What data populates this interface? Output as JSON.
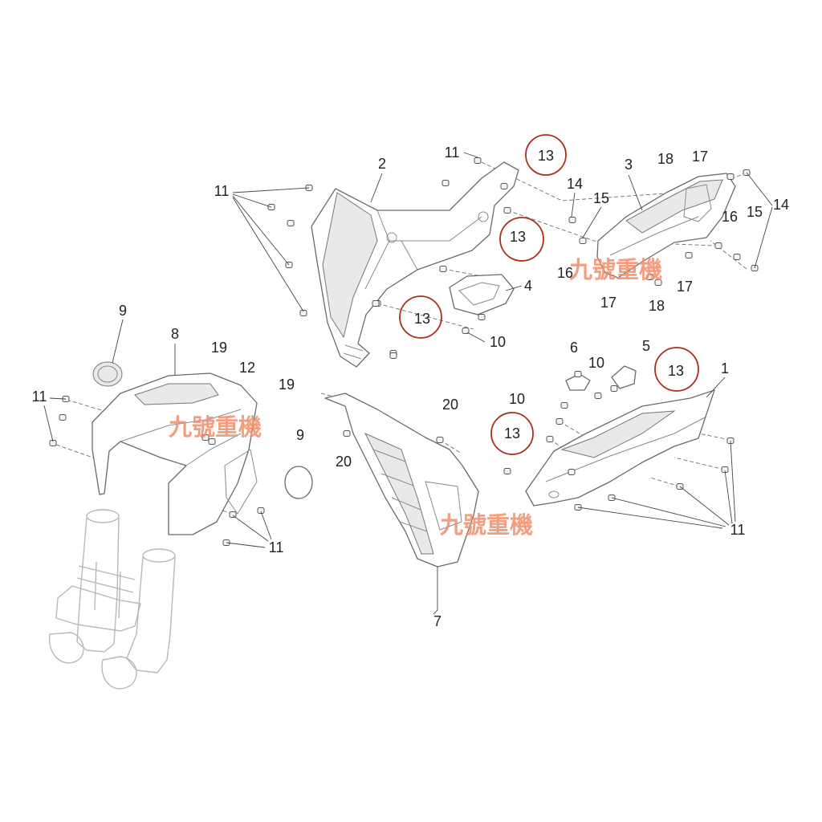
{
  "diagram": {
    "part_labels": [
      "11",
      "2",
      "14",
      "3",
      "18",
      "17",
      "11",
      "15",
      "16",
      "15",
      "14",
      "16",
      "4",
      "17",
      "18",
      "17",
      "10",
      "9",
      "8",
      "19",
      "12",
      "19",
      "9",
      "11",
      "11",
      "6",
      "10",
      "5",
      "1",
      "10",
      "20",
      "20",
      "11",
      "7"
    ],
    "circled_labels": [
      "13",
      "13",
      "13",
      "13",
      "13"
    ],
    "watermarks": [
      "九號重機",
      "九號重機",
      "九號重機"
    ],
    "colors": {
      "callout_circle": "#a8301f",
      "watermark": "#f08e6c",
      "line_art": "#6a6a6a"
    }
  }
}
